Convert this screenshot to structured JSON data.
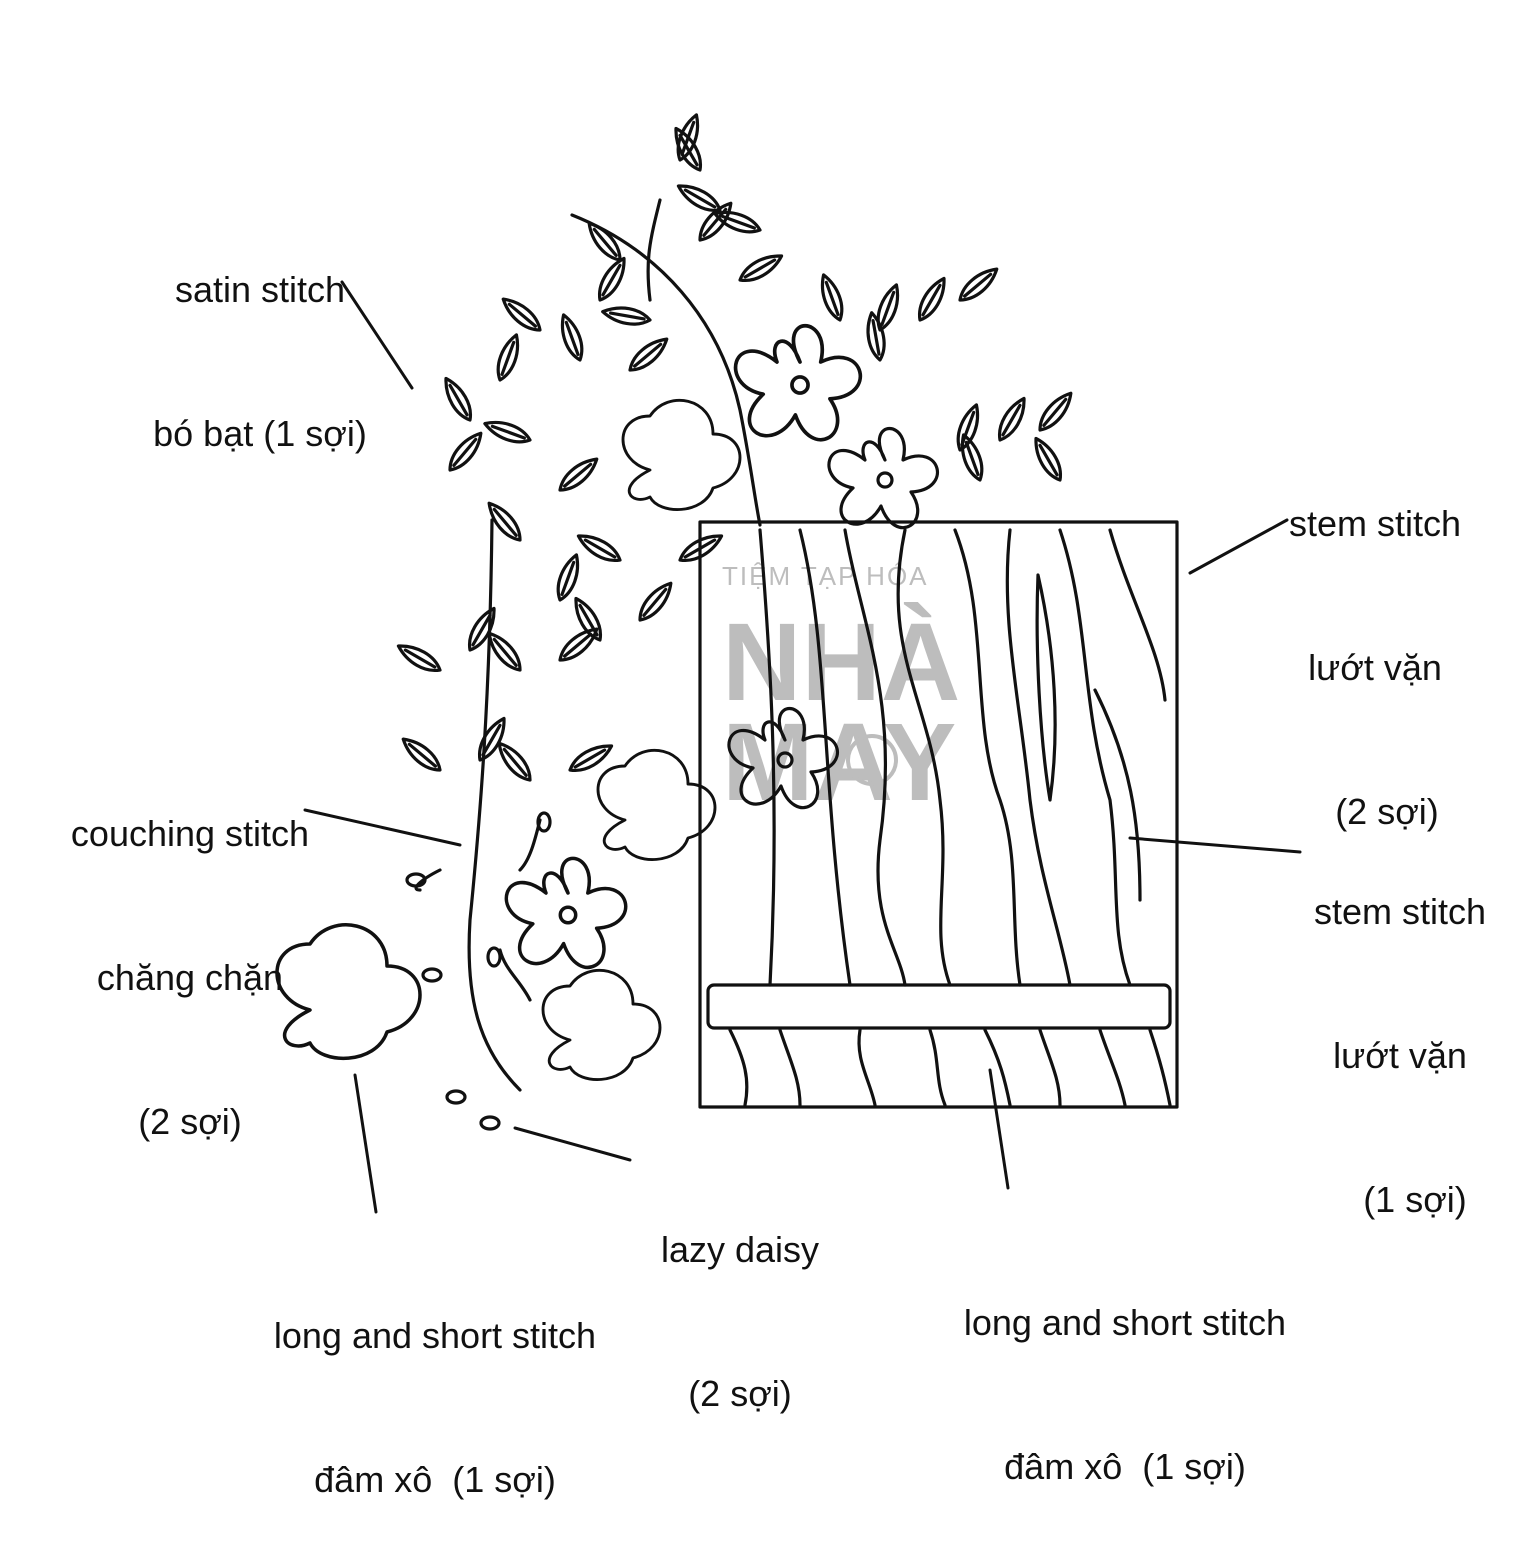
{
  "labels": {
    "satin": {
      "line1": "satin stitch",
      "line2": "bó bạt (1 sợi)"
    },
    "stem_top": {
      "line1": "stem stitch",
      "line2": "lướt vặn",
      "line3": "(2 sợi)"
    },
    "couching": {
      "line1": "couching stitch",
      "line2": "chăng chặn",
      "line3": "(2 sợi)"
    },
    "stem_mid": {
      "line1": "stem stitch",
      "line2": "lướt vặn",
      "line3": "(1 sợi)"
    },
    "lazy": {
      "line1": "lazy daisy",
      "line2": "(2 sợi)"
    },
    "long_left": {
      "line1": "long and short stitch",
      "line2": "đâm xô  (1 sợi)"
    },
    "long_right": {
      "line1": "long and short stitch",
      "line2": "đâm xô  (1 sợi)"
    }
  },
  "watermark": {
    "top": "TIỆM TẠP HÓA",
    "line1": "NHÀ",
    "line2": "MAY"
  },
  "colors": {
    "ink": "#111111",
    "watermark": "#bdbdbd",
    "background": "#ffffff"
  }
}
